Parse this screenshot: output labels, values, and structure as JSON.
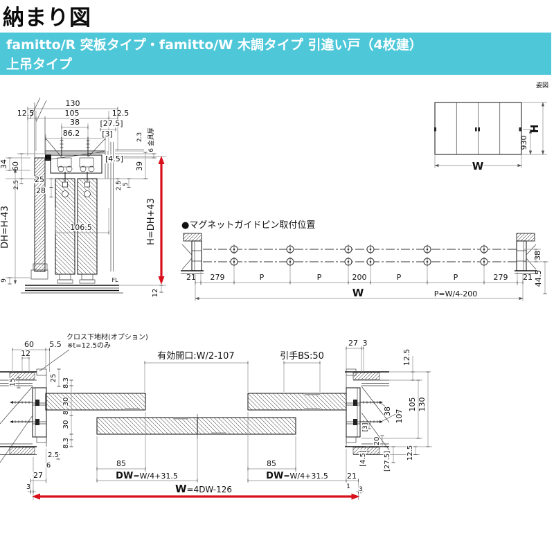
{
  "title": "納まり図",
  "header": {
    "line1": "famitto/R 突板タイプ・famitto/W 木調タイプ 引違い戸（4枚建）",
    "line2": "上吊タイプ"
  },
  "colors": {
    "band": "#4ec7d9",
    "red": "#d8101c",
    "line": "#222222",
    "dim_line": "#8a8a8a"
  },
  "elevation": {
    "caption": "姿図",
    "w": "W",
    "h": "H",
    "handle_height": "930"
  },
  "top_section": {
    "d130": "130",
    "d125_left": "12.5",
    "d105": "105",
    "d125_right": "12.5",
    "d38": "38",
    "d275": "[27.5]",
    "d862": "86.2",
    "d3": "[3]",
    "d23": "2.3",
    "d6_kanagu": "6 金具厚",
    "d45": "[4.5]",
    "d39": "39",
    "d34": "34",
    "d60": "60",
    "d25_small_left": "2.5",
    "d25": "25",
    "d28": "28",
    "d25_small_right": "2.5",
    "d5": "5",
    "dh_formula": "DH=H-43",
    "d1065": "106.5",
    "d9": "9",
    "fl": "FL",
    "h_formula": "H=DH+43",
    "d12": "12"
  },
  "magnet": {
    "caption": "●マグネットガイドピン取付位置",
    "d21_left": "21",
    "d279_left": "279",
    "p1": "P",
    "p2": "P",
    "d200": "200",
    "p3": "P",
    "p4": "P",
    "d279_right": "279",
    "d21_right": "21",
    "w": "W",
    "formula": "P=W/4-200",
    "d38": "38",
    "d445": "44.5"
  },
  "bottom_section": {
    "note_line1": "クロス下地材(オプション)",
    "note_line2": "※t=12.5のみ",
    "opening": "有効開口:W/2-107",
    "handle": "引手BS:50",
    "d60": "60",
    "d55": "5.5",
    "d12": "12",
    "d27_top": "27",
    "d3_top": "3",
    "d125_top": "12.5",
    "d105": "105",
    "d130": "130",
    "d15": "15",
    "d25": "25",
    "d83_a": "8.3",
    "d30_a": "30",
    "d8": "8",
    "d30_b": "30",
    "d83_b": "8.3",
    "d25_small": "2.5",
    "d6": "6",
    "d27_bottom": "27",
    "d3_left": "3",
    "d38": "38",
    "d107": "107",
    "d3_bracket": "[3]",
    "d20": "20",
    "d45_bracket": "[4.5]",
    "d275_bracket": "[27.5]",
    "d125_bottom": "12.5",
    "d85_left": "85",
    "d85_right": "85",
    "dw_left": {
      "big": "DW",
      "rest": "=W/4+31.5"
    },
    "dw_right": {
      "big": "DW",
      "rest": "=W/4+31.5"
    },
    "d21_right": "21",
    "d1": "1",
    "d3_right": "3",
    "w_arrow": {
      "big": "W",
      "rest": "=4DW-126"
    }
  }
}
